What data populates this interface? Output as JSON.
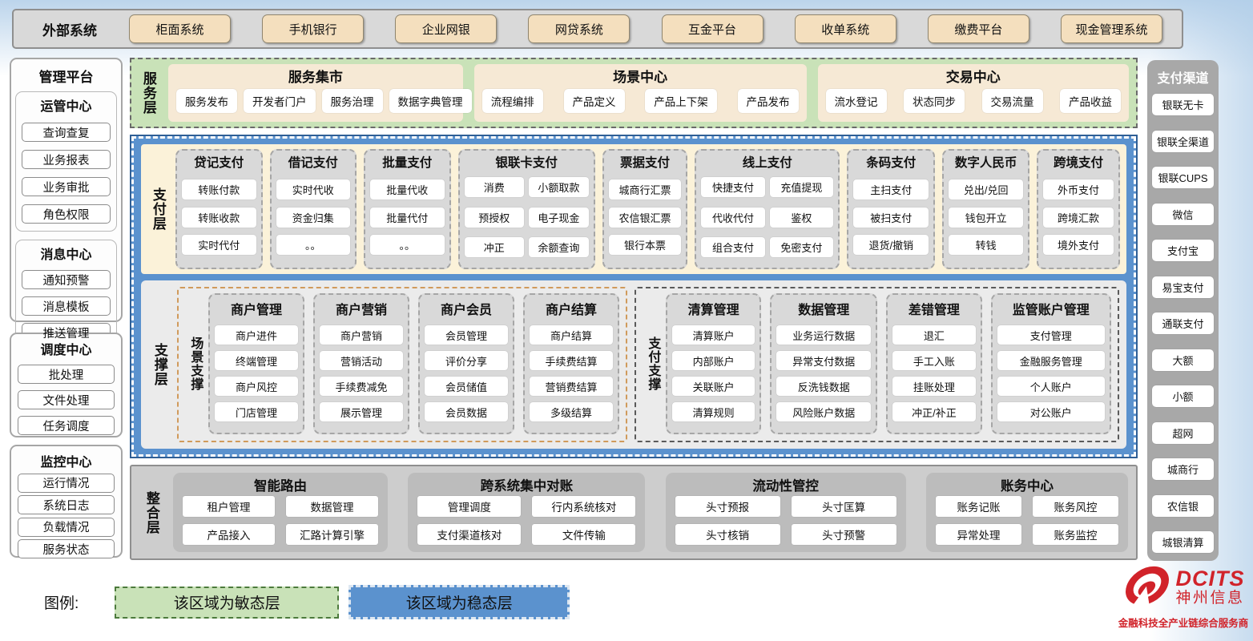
{
  "external_systems": {
    "label": "外部系统",
    "items": [
      "柜面系统",
      "手机银行",
      "企业网银",
      "网贷系统",
      "互金平台",
      "收单系统",
      "缴费平台",
      "现金管理系统"
    ]
  },
  "management_platform": {
    "title": "管理平台",
    "groups": [
      {
        "title": "运管中心",
        "items": [
          "查询查复",
          "业务报表",
          "业务审批",
          "角色权限"
        ]
      },
      {
        "title": "消息中心",
        "items": [
          "通知预警",
          "消息模板",
          "推送管理"
        ]
      },
      {
        "title": "调度中心",
        "items": [
          "批处理",
          "文件处理",
          "任务调度"
        ]
      },
      {
        "title": "监控中心",
        "items": [
          "运行情况",
          "系统日志",
          "负载情况",
          "服务状态"
        ]
      }
    ]
  },
  "service_layer": {
    "label": "服务层",
    "groups": [
      {
        "title": "服务集市",
        "items": [
          "服务发布",
          "开发者门户",
          "服务治理",
          "数据字典管理"
        ]
      },
      {
        "title": "场景中心",
        "items": [
          "流程编排",
          "产品定义",
          "产品上下架",
          "产品发布"
        ]
      },
      {
        "title": "交易中心",
        "items": [
          "流水登记",
          "状态同步",
          "交易流量",
          "产品收益"
        ]
      }
    ]
  },
  "payment_layer": {
    "label": "支付层",
    "columns": [
      {
        "title": "贷记支付",
        "cols": 1,
        "items": [
          "转账付款",
          "转账收款",
          "实时代付"
        ]
      },
      {
        "title": "借记支付",
        "cols": 1,
        "items": [
          "实时代收",
          "资金归集",
          "。。"
        ]
      },
      {
        "title": "批量支付",
        "cols": 1,
        "items": [
          "批量代收",
          "批量代付",
          "。。"
        ]
      },
      {
        "title": "银联卡支付",
        "cols": 2,
        "items": [
          "消费",
          "小额取款",
          "预授权",
          "电子现金",
          "冲正",
          "余额查询"
        ]
      },
      {
        "title": "票据支付",
        "cols": 1,
        "items": [
          "城商行汇票",
          "农信银汇票",
          "银行本票"
        ]
      },
      {
        "title": "线上支付",
        "cols": 2,
        "items": [
          "快捷支付",
          "充值提现",
          "代收代付",
          "鉴权",
          "组合支付",
          "免密支付"
        ]
      },
      {
        "title": "条码支付",
        "cols": 1,
        "items": [
          "主扫支付",
          "被扫支付",
          "退货/撤销"
        ]
      },
      {
        "title": "数字人民币",
        "cols": 1,
        "items": [
          "兑出/兑回",
          "钱包开立",
          "转钱"
        ]
      },
      {
        "title": "跨境支付",
        "cols": 1,
        "items": [
          "外币支付",
          "跨境汇款",
          "境外支付"
        ]
      }
    ]
  },
  "support_layer": {
    "label": "支撑层",
    "sections": [
      {
        "label": "场景支撑",
        "columns": [
          {
            "title": "商户管理",
            "items": [
              "商户进件",
              "终端管理",
              "商户风控",
              "门店管理"
            ]
          },
          {
            "title": "商户营销",
            "items": [
              "商户营销",
              "营销活动",
              "手续费减免",
              "展示管理"
            ]
          },
          {
            "title": "商户会员",
            "items": [
              "会员管理",
              "评价分享",
              "会员储值",
              "会员数据"
            ]
          },
          {
            "title": "商户结算",
            "items": [
              "商户结算",
              "手续费结算",
              "营销费结算",
              "多级结算"
            ]
          }
        ]
      },
      {
        "label": "支付支撑",
        "columns": [
          {
            "title": "清算管理",
            "items": [
              "清算账户",
              "内部账户",
              "关联账户",
              "清算规则"
            ]
          },
          {
            "title": "数据管理",
            "items": [
              "业务运行数据",
              "异常支付数据",
              "反洗钱数据",
              "风险账户数据"
            ]
          },
          {
            "title": "差错管理",
            "items": [
              "退汇",
              "手工入账",
              "挂账处理",
              "冲正/补正"
            ]
          },
          {
            "title": "监管账户管理",
            "items": [
              "支付管理",
              "金融服务管理",
              "个人账户",
              "对公账户"
            ]
          }
        ]
      }
    ]
  },
  "integration_layer": {
    "label": "整合层",
    "groups": [
      {
        "title": "智能路由",
        "items": [
          "租户管理",
          "数据管理",
          "产品接入",
          "汇路计算引擎"
        ]
      },
      {
        "title": "跨系统集中对账",
        "items": [
          "管理调度",
          "行内系统核对",
          "支付渠道核对",
          "文件传输"
        ]
      },
      {
        "title": "流动性管控",
        "items": [
          "头寸预报",
          "头寸匡算",
          "头寸核销",
          "头寸预警"
        ]
      },
      {
        "title": "账务中心",
        "items": [
          "账务记账",
          "账务风控",
          "异常处理",
          "账务监控"
        ]
      }
    ]
  },
  "payment_channels": {
    "title": "支付渠道",
    "items": [
      "银联无卡",
      "银联全渠道",
      "银联CUPS",
      "微信",
      "支付宝",
      "易宝支付",
      "通联支付",
      "大额",
      "小额",
      "超网",
      "城商行",
      "农信银",
      "城银清算"
    ]
  },
  "legend": {
    "label": "图例:",
    "agile": "该区域为敏态层",
    "stable": "该区域为稳态层"
  },
  "logo": {
    "brand": "DCITS",
    "company": "神州信息",
    "tagline": "金融科技全产业链综合服务商"
  },
  "colors": {
    "stable_blue": "#5b92ce",
    "agile_green": "#c9e2b8",
    "payment_cream": "#fbf2d9",
    "external_tan": "#f4dfbe",
    "channel_gray": "#a8a8a8",
    "brand_red": "#d1232a"
  }
}
